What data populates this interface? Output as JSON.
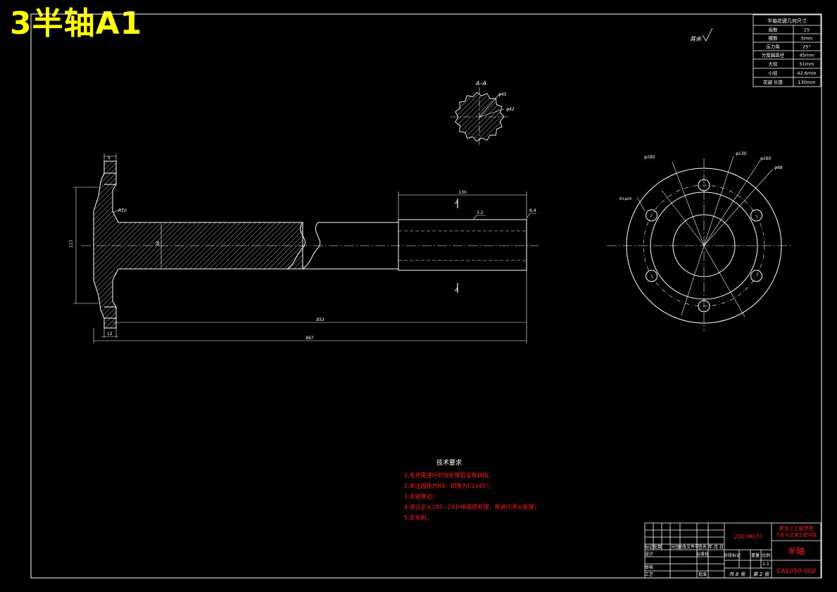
{
  "title": "3半轴A1",
  "colors": {
    "background": "#000000",
    "line": "#ffffff",
    "title": "#ffff00",
    "notes": "#ff2020"
  },
  "params_table": {
    "title": "半轴花键几何尺寸",
    "rows": [
      {
        "label": "齿数",
        "value": "15"
      },
      {
        "label": "模数",
        "value": "3mm"
      },
      {
        "label": "压力角",
        "value": "25°"
      },
      {
        "label": "分度圆直径",
        "value": "45mm"
      },
      {
        "label": "大径",
        "value": "51mm"
      },
      {
        "label": "小径",
        "value": "42.6mm"
      },
      {
        "label": "花键 长度",
        "value": "130mm"
      }
    ]
  },
  "roughness_note": "其余",
  "section": {
    "label": "A–A",
    "dim1": "φ45",
    "dim2": "φ42"
  },
  "shaft": {
    "top_dim": "5",
    "fillet": "R10",
    "flange_dia": "117",
    "shaft_dia": "38",
    "spline_len": "130",
    "rough1": "3.2",
    "rough2": "6.4",
    "len_inner": "853",
    "len_total": "867",
    "flange_w": "12",
    "section_mark": "A"
  },
  "flange_view": {
    "d1": "φ180",
    "d2": "φ130",
    "d3": "φ160",
    "d4": "φ98",
    "holes": "6×φ16"
  },
  "notes": {
    "heading": "技术要求",
    "items": [
      "1.毛坯需进行时效处理且没有缺陷；",
      "2.未注圆角为R4，倒角为C2x45°；",
      "3.无锐棱边；",
      "4.进行正火187~241HB调质处理，再进行淬火处理；",
      "5.去毛刺。"
    ]
  },
  "title_block": {
    "material": "20CrMnTi",
    "school_line1": "黑龙江工程学院",
    "school_line2": "汽车与交通工程学院",
    "part_name": "半轴",
    "drawing_no": "CA1050-002",
    "scale": "1:1",
    "sheets_total": "共 8 张",
    "sheet_no": "第 2 张",
    "labels": {
      "mark": "标记",
      "count": "处数",
      "zone": "分区",
      "change_doc": "更改文件号",
      "sign": "签名",
      "date": "年.月.日",
      "design": "设计",
      "standard": "标准化",
      "stage": "阶段标记",
      "weight": "重量",
      "scale_lbl": "比例",
      "check": "审核",
      "process": "工艺",
      "approve": "批准"
    }
  }
}
